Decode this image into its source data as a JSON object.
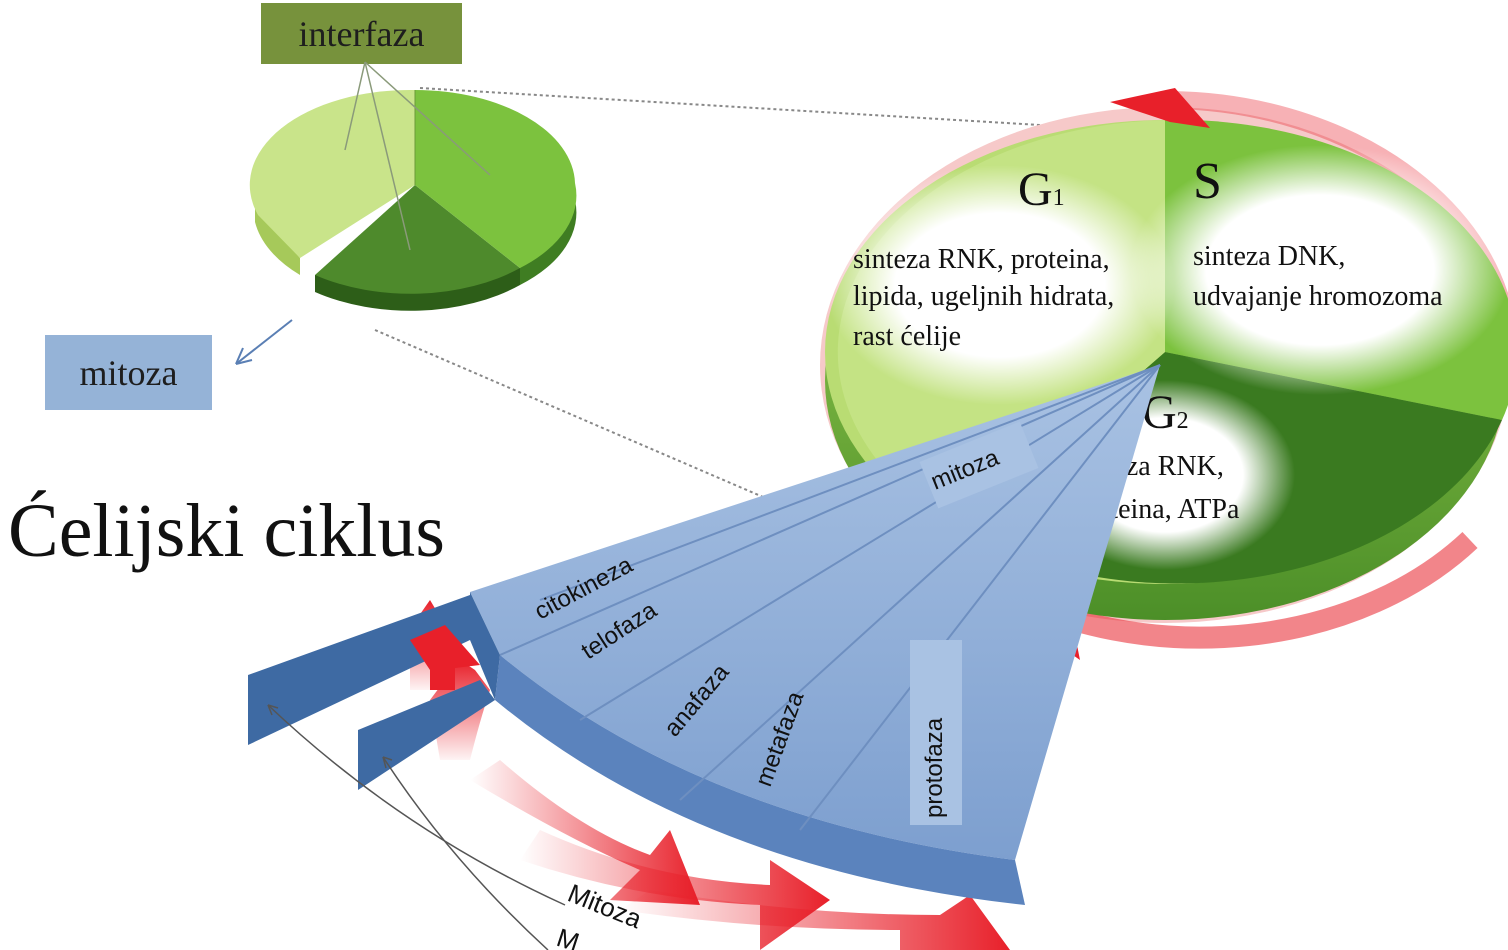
{
  "labels": {
    "interfaza": "interfaza",
    "mitoza": "mitoza",
    "title": "Ćelijski ciklus"
  },
  "wheel": {
    "g1": {
      "name": "G",
      "sub": "1",
      "lines": [
        "sinteza RNK, proteina,",
        "lipida, ugeljnih hidrata,",
        "rast ćelije"
      ]
    },
    "s": {
      "name": "S",
      "lines": [
        "sinteza DNK,",
        "udvajanje hromozoma"
      ]
    },
    "g2": {
      "name": "G",
      "sub": "2",
      "lines": [
        "sinteza RNK,",
        "proteina, ATPa"
      ]
    }
  },
  "fan": {
    "mitoza": "mitoza",
    "phases": [
      "citokineza",
      "telofaza",
      "anafaza",
      "metafaza",
      "protofaza"
    ],
    "bottom": [
      "Mitoza",
      "M"
    ]
  },
  "colors": {
    "interfaza_bg": "#77923c",
    "mitoza_bg": "#95b3d7",
    "fan_blue": "#8fadd6",
    "fan_dark": "#3e6aa3",
    "arrow_red": "#e8202a",
    "green_light": "#c6e27a",
    "green_mid": "#7cc23e",
    "green_dark": "#3f7a22"
  }
}
